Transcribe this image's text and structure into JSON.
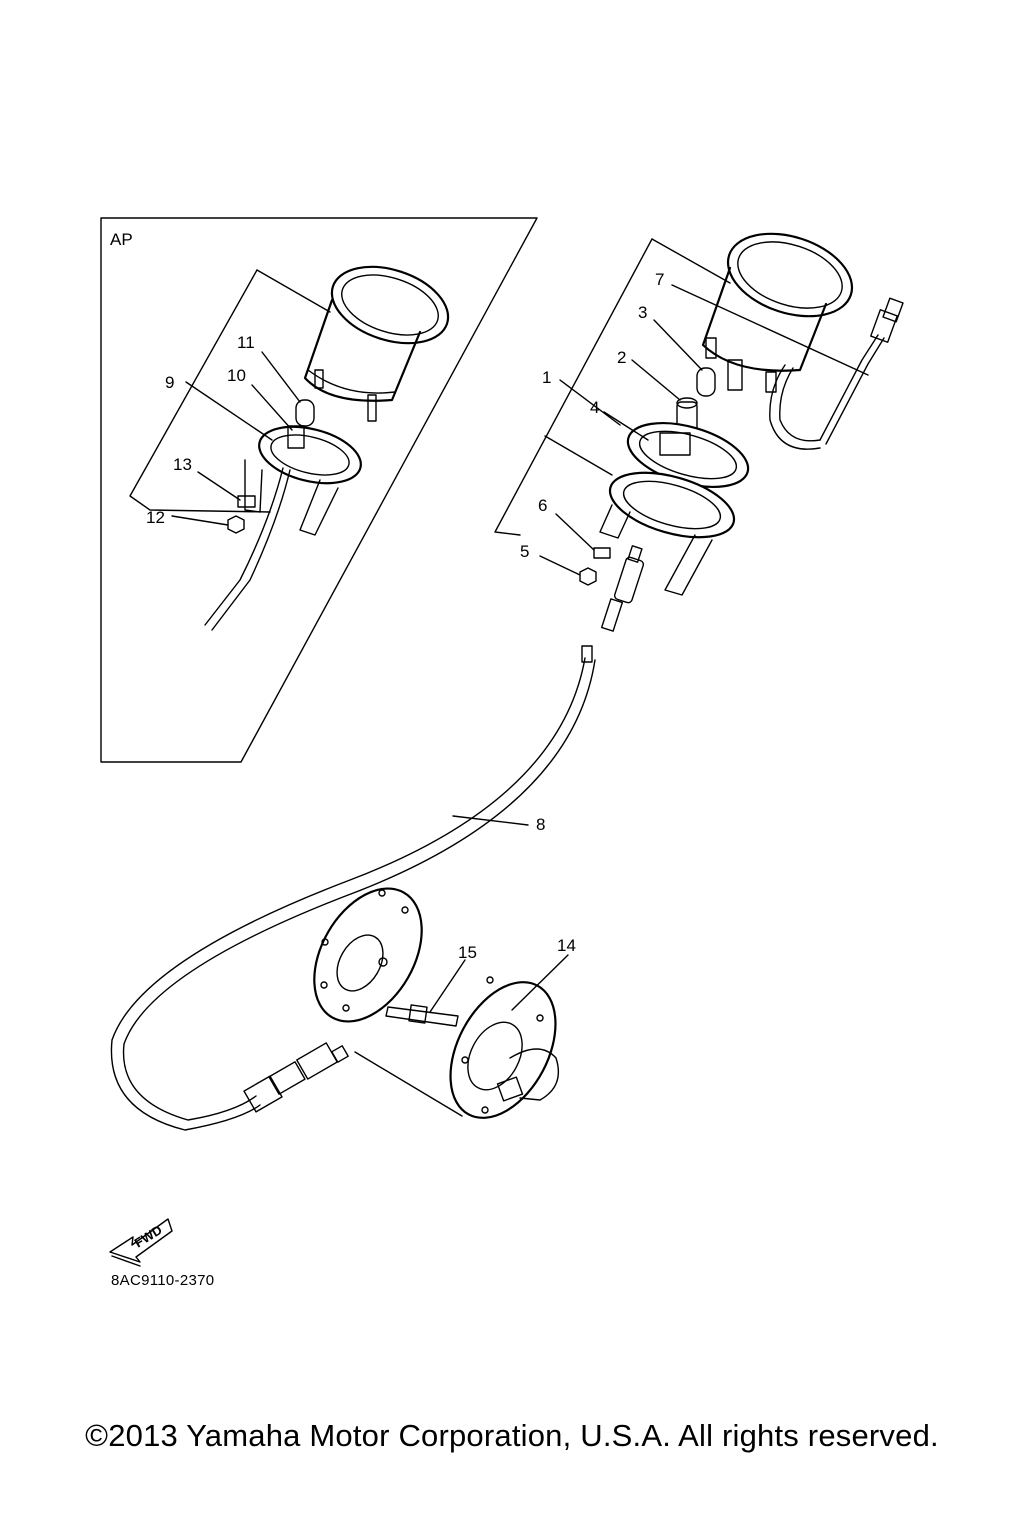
{
  "inset_label": "AP",
  "callouts": {
    "c1": "1",
    "c2": "2",
    "c3": "3",
    "c4": "4",
    "c5": "5",
    "c6": "6",
    "c7": "7",
    "c8": "8",
    "c9": "9",
    "c10": "10",
    "c11": "11",
    "c12": "12",
    "c13": "13",
    "c14": "14",
    "c15": "15"
  },
  "fwd_label": "FWD",
  "diagram_code": "8AC9110-2370",
  "copyright": "©2013 Yamaha Motor Corporation, U.S.A. All rights reserved."
}
